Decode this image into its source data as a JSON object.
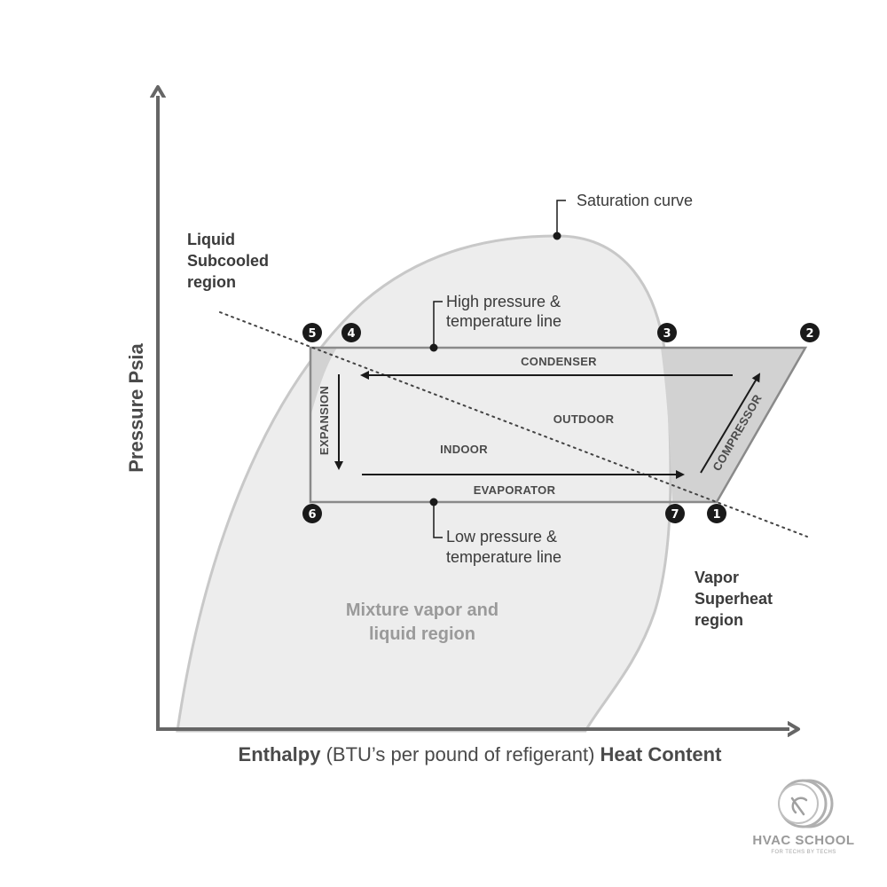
{
  "axes": {
    "y_label": "Pressure Psia",
    "x_label_bold_1": "Enthalpy",
    "x_label_regular": " (BTU’s per pound of refigerant) ",
    "x_label_bold_2": "Heat Content"
  },
  "callouts": {
    "saturation_curve": "Saturation curve",
    "high_pressure_1": "High pressure &",
    "high_pressure_2": "temperature line",
    "low_pressure_1": "Low pressure &",
    "low_pressure_2": "temperature line"
  },
  "regions": {
    "liquid_1": "Liquid",
    "liquid_2": "Subcooled",
    "liquid_3": "region",
    "vapor_1": "Vapor",
    "vapor_2": "Superheat",
    "vapor_3": "region",
    "mixture_1": "Mixture vapor and",
    "mixture_2": "liquid region"
  },
  "cycle": {
    "condenser": "CONDENSER",
    "evaporator": "EVAPORATOR",
    "expansion": "EXPANSION",
    "compressor": "COMPRESSOR",
    "outdoor": "OUTDOOR",
    "indoor": "INDOOR"
  },
  "points": [
    "1",
    "2",
    "3",
    "4",
    "5",
    "6",
    "7"
  ],
  "logo": {
    "name": "HVAC SCHOOL",
    "tagline": "FOR TECHS BY TECHS"
  },
  "colors": {
    "axis": "#666666",
    "curve": "#c8c8c8",
    "dome_fill": "#ededed",
    "superheat_fill": "#d2d2d2",
    "badge": "#1a1a1a"
  }
}
